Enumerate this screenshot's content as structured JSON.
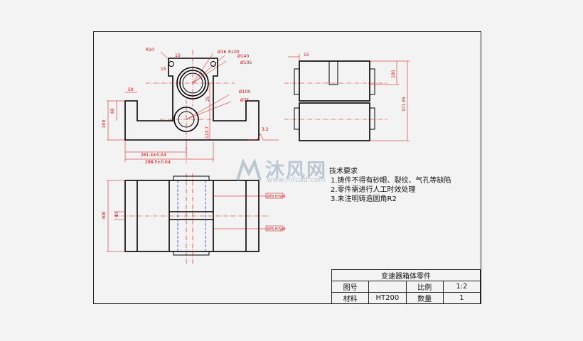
{
  "dims": {
    "r10": "R10",
    "d15_top": "15",
    "d15_left": "15",
    "d16": "Ø16",
    "r100": "R100",
    "d140": "Ø140",
    "d105": "Ø105",
    "d50": "50",
    "d60": "60",
    "d200": "200",
    "d100a": "Ø100",
    "d75": "Ø75",
    "d25": "25",
    "d123": "123.7",
    "d261": "261.4±0.04",
    "d288": "288.5±0.04",
    "d15_side": "15",
    "d100_side": "100",
    "d371": "371.55",
    "rough": "3.2",
    "d300": "300",
    "d40": "40",
    "tol1": "Ø75 H7/k6",
    "tol2": "Ø75 H7/k6"
  },
  "notes": {
    "title": "技术要求",
    "line1": "1.铸件不得有砂眼、裂纹、气孔等缺陷",
    "line2": "2.零件需进行人工时效处理",
    "line3": "3.未注明铸造圆角R2"
  },
  "watermark": {
    "brand": "沐风网",
    "url": "www.mfcad.com"
  },
  "title_block": {
    "name": "变速器箱体零件",
    "drawing_no_label": "图号",
    "scale_label": "比例",
    "scale_value": "1:2",
    "material_label": "材料",
    "material_value": "HT200",
    "quantity_label": "数量",
    "quantity_value": "1"
  },
  "colors": {
    "outline": "#000000",
    "dimension": "#d40000",
    "hidden_blue": "#2b3fd6",
    "center_red": "#d40000"
  }
}
